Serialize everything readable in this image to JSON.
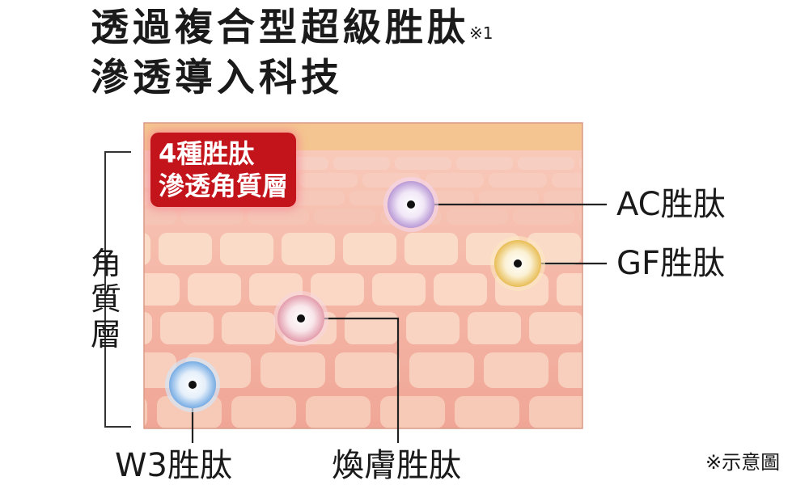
{
  "title": {
    "line1": "透過複合型超級胜肽",
    "footnote_mark": "※1",
    "line2": "滲透導入科技"
  },
  "badge": {
    "line1": "4種胜肽",
    "line2": "滲透角質層"
  },
  "stratum_label": [
    "角",
    "質",
    "層"
  ],
  "peptides": {
    "ac": {
      "label": "AC胜肽",
      "color": "#b99ad6"
    },
    "gf": {
      "label": "GF胜肽",
      "color": "#e8c060"
    },
    "huanfu": {
      "label": "煥膚胜肽",
      "color": "#e6a6b4"
    },
    "w3": {
      "label": "W3胜肽",
      "color": "#7fb2e6"
    }
  },
  "colors": {
    "skin_top": "#f4c590",
    "skin_mid": "#f6bfb0",
    "skin_deep": "#f2aa9c",
    "accent_red": "#c3141c"
  },
  "note": "※示意圖"
}
